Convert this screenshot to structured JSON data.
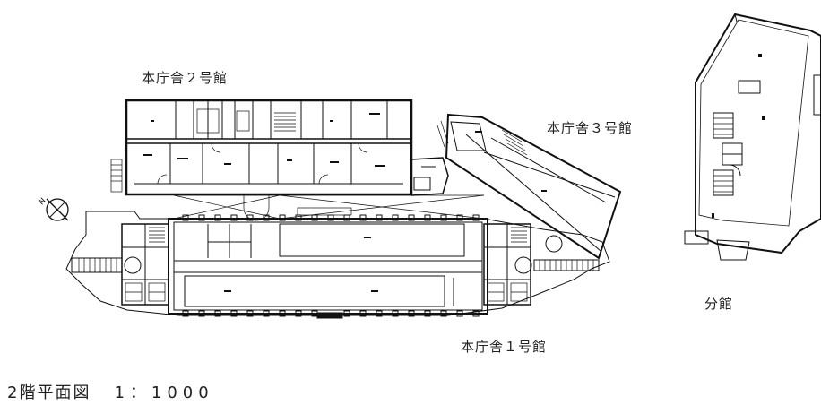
{
  "labels": {
    "honchosha_2": "本庁舎２号館",
    "honchosha_3": "本庁舎３号館",
    "honchosha_1": "本庁舎１号館",
    "bunkan": "分館"
  },
  "caption": {
    "title": "2階平面図",
    "scale": "1：1000"
  },
  "compass": {
    "symbol": "N"
  }
}
